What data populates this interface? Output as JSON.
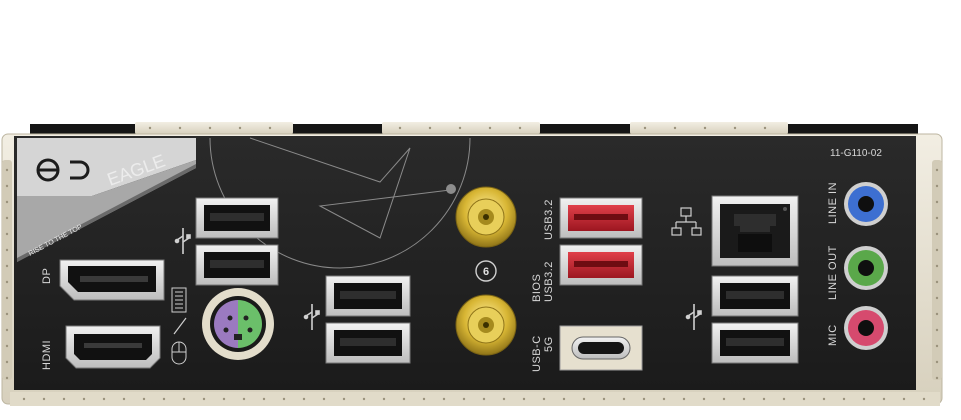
{
  "brand": {
    "name": "EAGLE",
    "slogan": "RISE TO THE TOP"
  },
  "panel": {
    "part_number": "11-G110-02"
  },
  "ports": {
    "dp_label": "DP",
    "hdmi_label": "HDMI",
    "usb_c_label": "USB-C",
    "usb_c_speed": "5G",
    "bios_label": "BIOS",
    "usb32_label": "USB3.2",
    "usb32_label_2": "USB3.2",
    "line_in_label": "LINE IN",
    "line_out_label": "LINE OUT",
    "mic_label": "MIC",
    "wifi_badge": "6"
  },
  "colors": {
    "panel": "#1f1f1f",
    "frame": "#e9e4d6",
    "usb_red": "#c81e2a",
    "gold": "#d9b93a",
    "audio_blue": "#3d6fd1",
    "audio_green": "#5aa84a",
    "audio_pink": "#d64a6e",
    "ps2_purple": "#9b7ac0",
    "ps2_green": "#6bbf6a"
  },
  "icons": [
    "usb-icon",
    "network-icon",
    "keyboard-icon",
    "mouse-icon",
    "wifi6-icon",
    "eagle-logo-icon"
  ]
}
